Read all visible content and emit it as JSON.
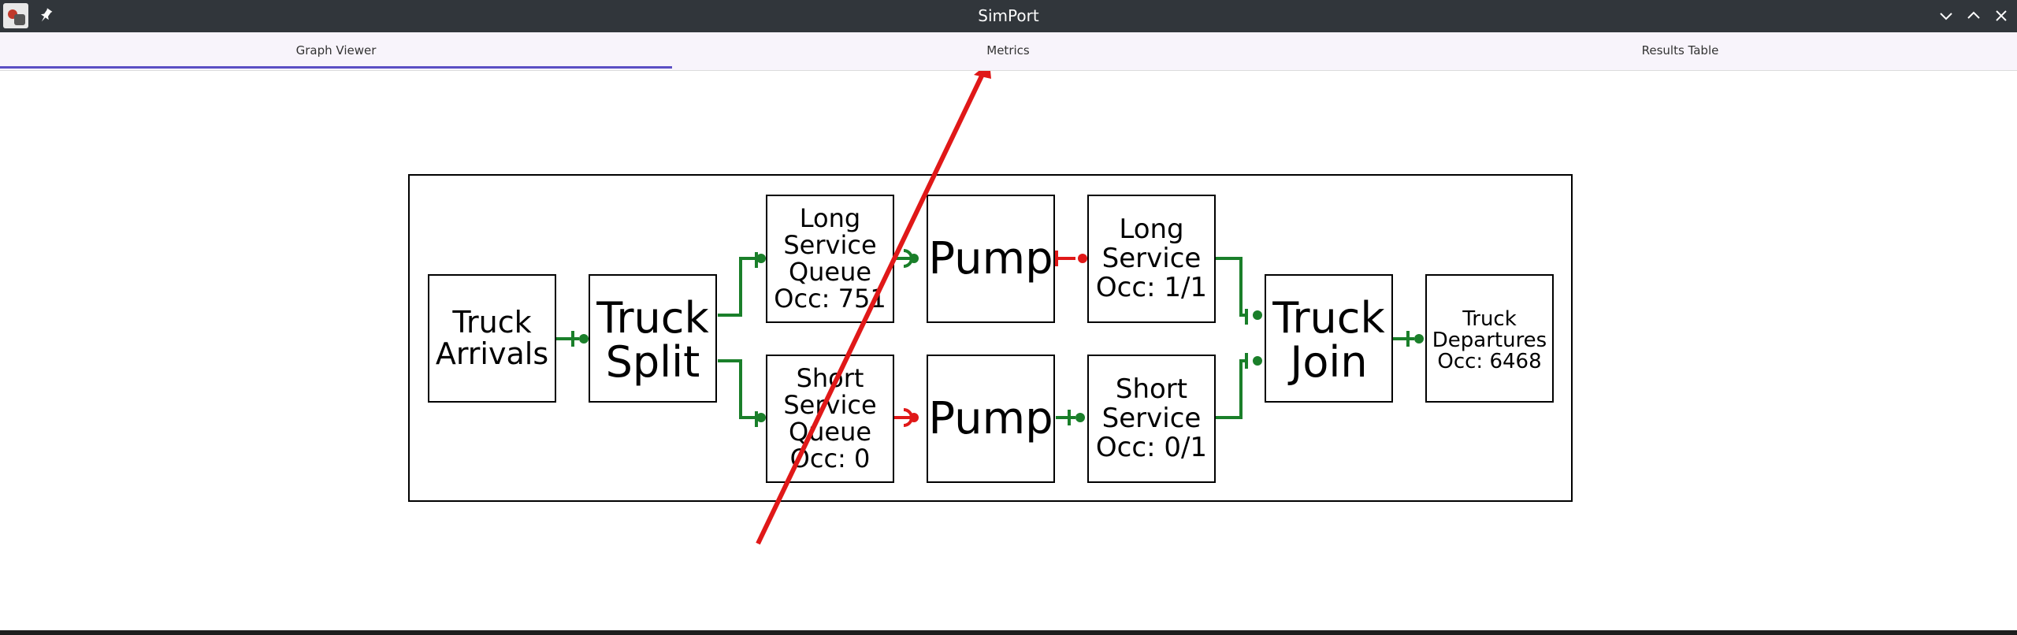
{
  "window": {
    "title": "SimPort",
    "controls": [
      "minimize",
      "maximize",
      "close"
    ]
  },
  "tabs": [
    {
      "label": "Graph Viewer",
      "active": true
    },
    {
      "label": "Metrics",
      "active": false
    },
    {
      "label": "Results Table",
      "active": false
    }
  ],
  "colors": {
    "accent": "#5b4fc4",
    "flow_ok": "#1a7f2a",
    "flow_blocked": "#e01818",
    "annotation_arrow": "#e01818"
  },
  "graph": {
    "nodes": {
      "truck_arrivals": [
        "Truck",
        "Arrivals"
      ],
      "truck_split": [
        "Truck",
        "Split"
      ],
      "long_queue": [
        "Long",
        "Service",
        "Queue",
        "Occ: 751"
      ],
      "long_pump": [
        "Pump"
      ],
      "long_service": [
        "Long",
        "Service",
        "Occ: 1/1"
      ],
      "short_queue": [
        "Short",
        "Service",
        "Queue",
        "Occ: 0"
      ],
      "short_pump": [
        "Pump"
      ],
      "short_service": [
        "Short",
        "Service",
        "Occ: 0/1"
      ],
      "truck_join": [
        "Truck",
        "Join"
      ],
      "truck_departures": [
        "Truck",
        "Departures",
        "Occ: 6468"
      ]
    }
  }
}
